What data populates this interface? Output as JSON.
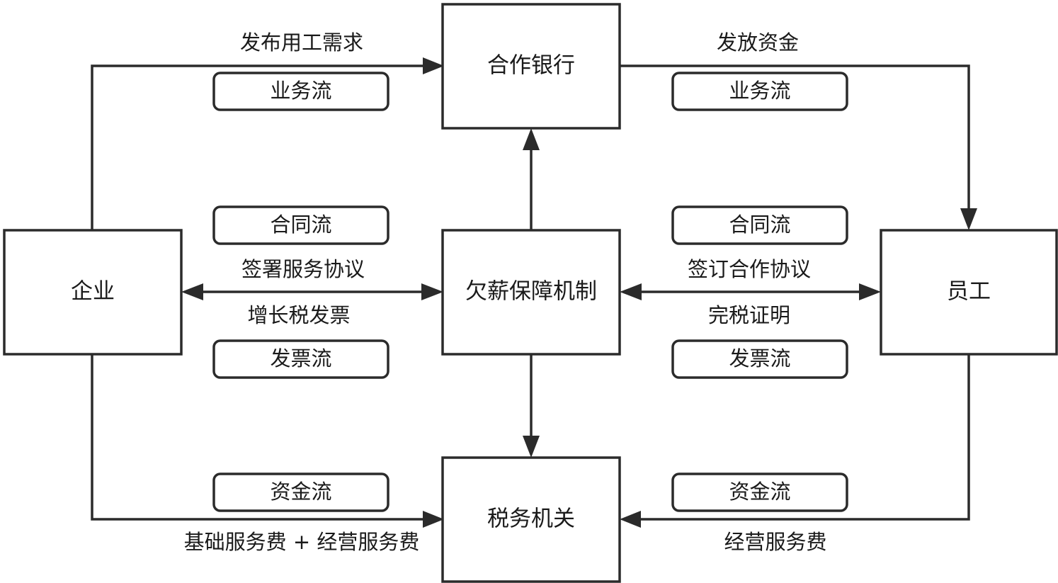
{
  "nodes": {
    "bank": "合作银行",
    "enterprise": "企业",
    "mechanism": "欠薪保障机制",
    "employee": "员工",
    "tax": "税务机关"
  },
  "edge_labels": {
    "publish_demand": "发布用工需求",
    "release_funds": "发放资金",
    "sign_service": "签署服务协议",
    "vat_invoice": "增长税发票",
    "sign_cooperation": "签订合作协议",
    "tax_proof": "完税证明",
    "basic_fee": "基础服务费 + 经营服务费",
    "business_fee": "经营服务费"
  },
  "flow_tags": {
    "business_left": "业务流",
    "business_right": "业务流",
    "contract_left": "合同流",
    "contract_right": "合同流",
    "invoice_left": "发票流",
    "invoice_right": "发票流",
    "capital_left": "资金流",
    "capital_right": "资金流"
  }
}
